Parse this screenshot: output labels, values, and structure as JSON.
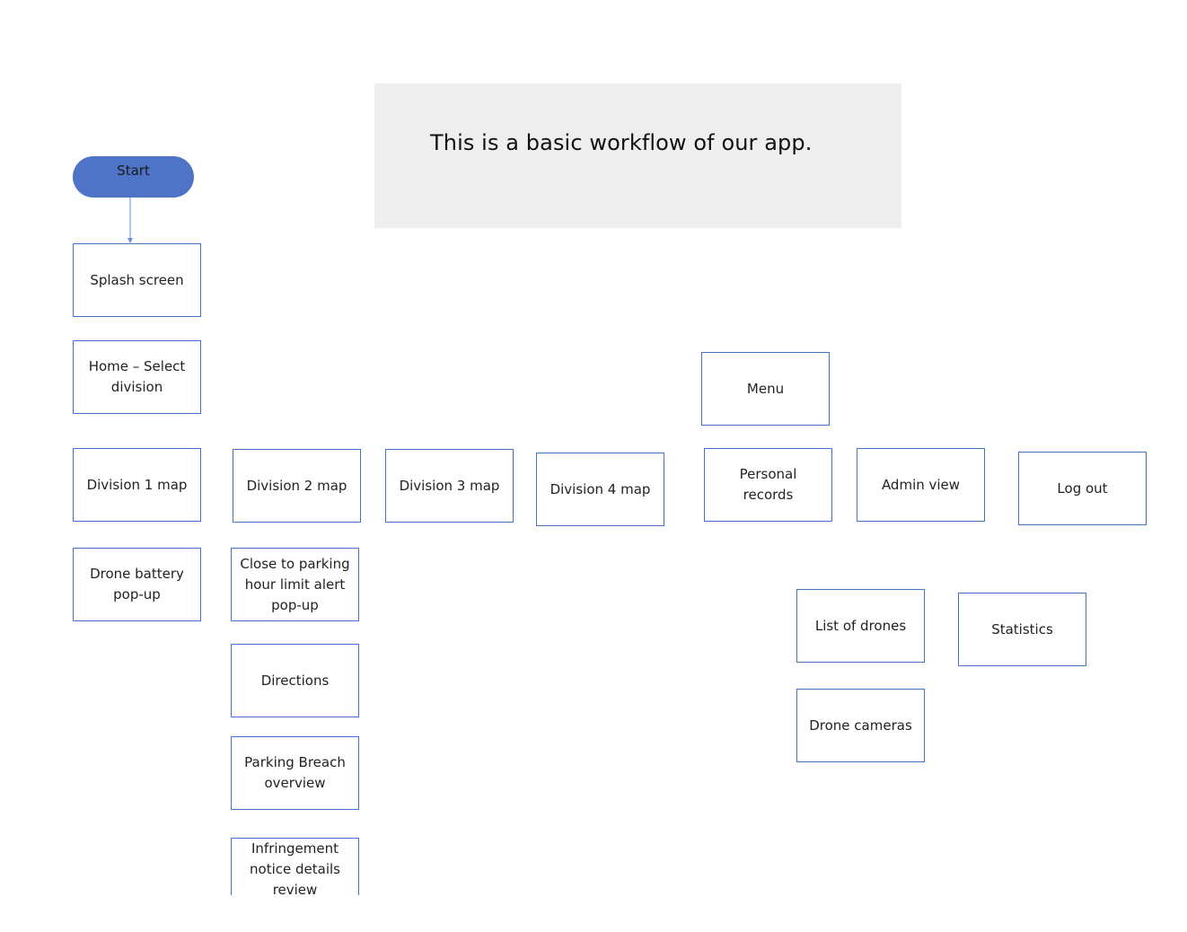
{
  "note": {
    "text": "This is a basic workflow of our app."
  },
  "start": {
    "label": "Start"
  },
  "nodes": {
    "splash": "Splash screen",
    "home": "Home – Select division",
    "division1": "Division 1 map",
    "division2": "Division 2 map",
    "division3": "Division 3 map",
    "division4": "Division 4 map",
    "menu": "Menu",
    "personal_records": "Personal records",
    "admin_view": "Admin view",
    "log_out": "Log out",
    "drone_battery": "Drone battery pop-up",
    "close_to_parking": "Close to parking hour limit alert pop-up",
    "directions": "Directions",
    "parking_breach": "Parking Breach overview",
    "infringement": "Infringement notice details review",
    "list_of_drones": "List of drones",
    "statistics": "Statistics",
    "drone_cameras": "Drone cameras"
  },
  "colors": {
    "node_border": "#4472c4",
    "start_fill": "#4f73c7",
    "note_fill": "#eeeeee"
  }
}
